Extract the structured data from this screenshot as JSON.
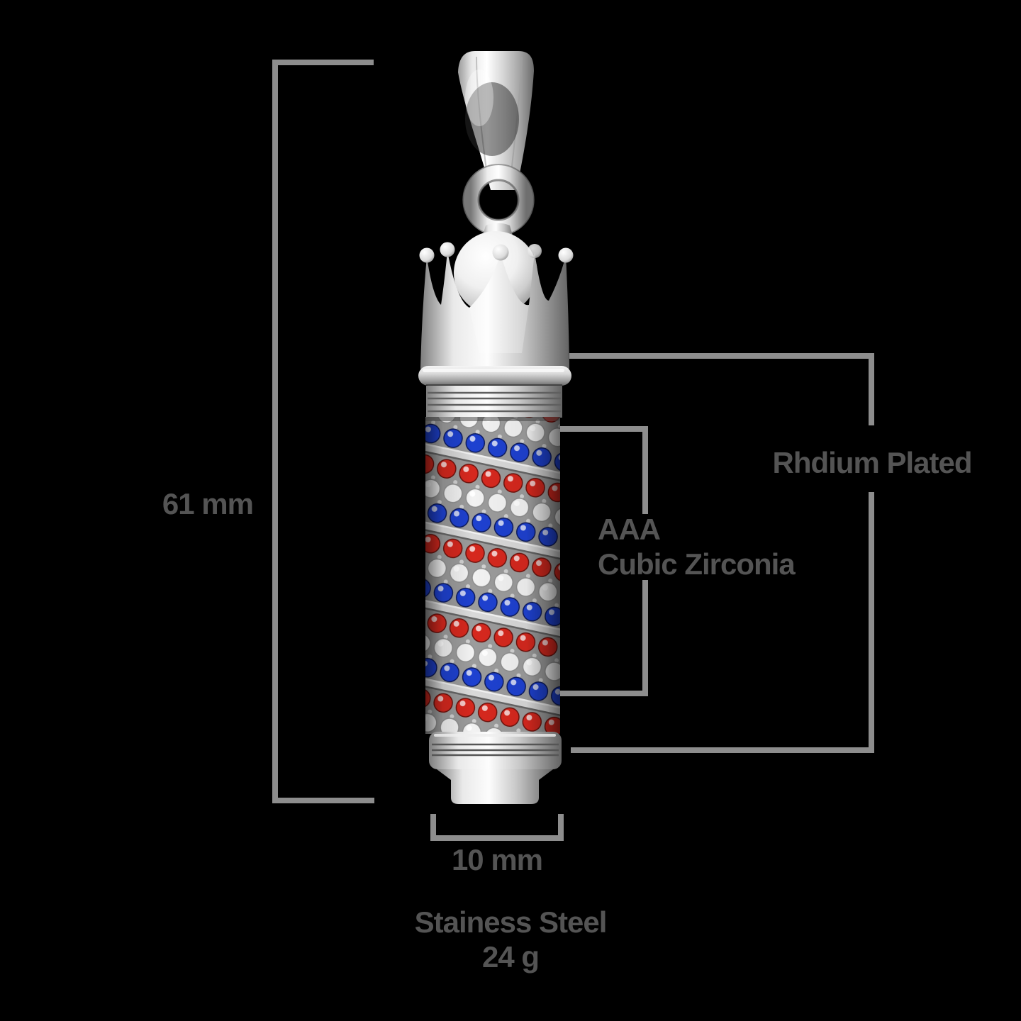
{
  "background_color": "#000000",
  "line_color": "#8d8d8d",
  "label_color": "#545454",
  "labels": {
    "height": "61 mm",
    "width": "10 mm",
    "plating": "Rhdium Plated",
    "stone_grade": "AAA",
    "stone_type": "Cubic Zirconia",
    "material": "Stainess Steel",
    "weight": "24 g"
  },
  "pendant": {
    "name": "crown-cz-barber-pole-pendant",
    "colors": {
      "crystal_red": "#d6281e",
      "crystal_blue": "#1e41d0",
      "crystal_clear": "#f2f2f2",
      "metal_light": "#ffffff",
      "metal_mid": "#c9c9c9",
      "metal_dark": "#6d6d6d"
    }
  }
}
